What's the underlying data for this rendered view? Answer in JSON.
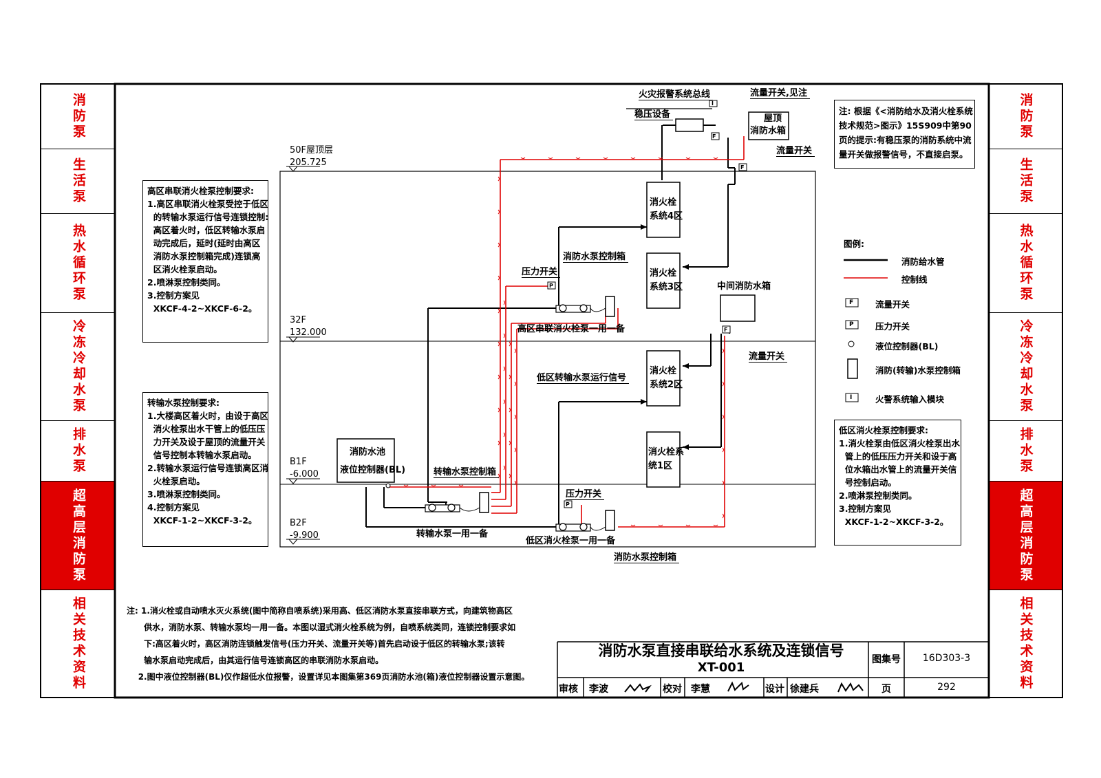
{
  "side_tabs_left": [
    {
      "label": "消防泵",
      "active": false
    },
    {
      "label": "生活泵",
      "active": false
    },
    {
      "label": "热水循环泵",
      "active": false
    },
    {
      "label": "冷冻冷却水泵",
      "active": false
    },
    {
      "label": "排水泵",
      "active": false
    },
    {
      "label": "超高层消防泵",
      "active": true
    },
    {
      "label": "相关技术资料",
      "active": false
    }
  ],
  "side_tabs_right": [
    {
      "label": "消防泵",
      "active": false
    },
    {
      "label": "生活泵",
      "active": false
    },
    {
      "label": "热水循环泵",
      "active": false
    },
    {
      "label": "冷冻冷却水泵",
      "active": false
    },
    {
      "label": "排水泵",
      "active": false
    },
    {
      "label": "超高层消防泵",
      "active": true
    },
    {
      "label": "相关技术资料",
      "active": false
    }
  ],
  "colors": {
    "control_line": "#e00000",
    "pipe": "#000000",
    "active_tab": "#e00000"
  },
  "floors": [
    {
      "name": "50F屋顶层",
      "elev": "205.725"
    },
    {
      "name": "32F",
      "elev": "132.000"
    },
    {
      "name": "B1F",
      "elev": "-6.000"
    },
    {
      "name": "B2F",
      "elev": "-9.900"
    }
  ],
  "diagram": {
    "fire_alarm_bus": "火灾报警系统总线",
    "stabilizer": "稳压设备",
    "flow_switch_see": "流量开关,见注",
    "roof_tank_1": "屋顶",
    "roof_tank_2": "消防水箱",
    "flow_switch_1": "流量开关",
    "zone4_1": "消火栓",
    "zone4_2": "系统4区",
    "zone3_1": "消火栓",
    "zone3_2": "系统3区",
    "zone2_1": "消火栓",
    "zone2_2": "系统2区",
    "zone1_1": "消火栓系",
    "zone1_2": "统1区",
    "fire_pump_control_box_top": "消防水泵控制箱",
    "pressure_switch_top": "压力开关",
    "high_zone_pump": "高区串联消火栓泵一用一备",
    "mid_tank": "中间消防水箱",
    "flow_switch_2": "流量开关",
    "low_transfer_signal": "低区转输水泵运行信号",
    "pool_1": "消防水池",
    "pool_2": "液位控制器(BL)",
    "transfer_control_box": "转输水泵控制箱",
    "transfer_pump": "转输水泵一用一备",
    "pressure_switch_bottom": "压力开关",
    "low_zone_pump": "低区消火栓泵一用一备",
    "fire_pump_control_box_bottom": "消防水泵控制箱",
    "flow_switch_icon": "F",
    "pressure_switch_icon": "P",
    "alarm_module_icon": "I"
  },
  "high_zone_panel": {
    "lines": [
      "高区串联消火栓泵控制要求:",
      "1.高区串联消火栓泵受控于低区",
      "  的转输水泵运行信号连锁控制:",
      "  高区着火时，低区转输水泵启",
      "  动完成后，延时(延时由高区",
      "  消防水泵控制箱完成)连锁高",
      "  区消火栓泵启动。",
      "2.喷淋泵控制类同。",
      "3.控制方案见",
      "  XKCF-4-2~XKCF-6-2。"
    ]
  },
  "transfer_panel": {
    "lines": [
      "转输水泵控制要求:",
      "1.大楼高区着火时，由设于高区",
      "  消火栓泵出水干管上的低压压",
      "  力开关及设于屋顶的流量开关",
      "  信号控制本转输水泵启动。",
      "2.转输水泵运行信号连锁高区消",
      "  火栓泵启动。",
      "3.喷淋泵控制类同。",
      "4.控制方案见",
      "  XKCF-1-2~XKCF-3-2。"
    ]
  },
  "low_zone_panel": {
    "lines": [
      "低区消火栓泵控制要求:",
      "1.消火栓泵由低区消火栓泵出水",
      "  管上的低压压力开关和设于高",
      "  位水箱出水管上的流量开关信",
      "  号控制启动。",
      "2.喷淋泵控制类同。",
      "3.控制方案见",
      "  XKCF-1-2~XKCF-3-2。"
    ]
  },
  "tip_panel": {
    "lines": [
      "注: 根据《<消防给水及消火栓系统",
      "技术规范>图示》15S909中第90",
      "页的提示:有稳压泵的消防系统中流",
      "量开关做报警信号，不直接启泵。"
    ]
  },
  "legend": {
    "title": "图例:",
    "items": [
      {
        "icon": "pipe-line",
        "label": "消防给水管"
      },
      {
        "icon": "control-line",
        "label": "控制线"
      },
      {
        "icon": "F",
        "label": "流量开关"
      },
      {
        "icon": "P",
        "label": "压力开关"
      },
      {
        "icon": "circle",
        "label": "液位控制器(BL)"
      },
      {
        "icon": "rect",
        "label": "消防(转输)水泵控制箱"
      },
      {
        "icon": "I",
        "label": "火警系统输入模块"
      }
    ]
  },
  "notes": {
    "lines": [
      "注: 1.消火栓或自动喷水灭火系统(图中简称自喷系统)采用高、低区消防水泵直接串联方式，向建筑物高区",
      "      供水，消防水泵、转输水泵均一用一备。本图以湿式消火栓系统为例，自喷系统类同，连锁控制要求如",
      "      下:高区着火时，高区消防连锁触发信号(压力开关、流量开关等)首先启动设于低区的转输水泵;该转",
      "      输水泵启动完成后，由其运行信号连锁高区的串联消防水泵启动。",
      "    2.图中液位控制器(BL)仅作超低水位报警，设置详见本图集第369页消防水池(箱)液位控制器设置示意图。"
    ]
  },
  "title_block": {
    "title": "消防水泵直接串联给水系统及连锁信号",
    "code": "XT-001",
    "atlas_label": "图集号",
    "atlas_no": "16D303-3",
    "review_label": "审核",
    "review_name": "李波",
    "check_label": "校对",
    "check_name": "李慧",
    "design_label": "设计",
    "design_name": "徐建兵",
    "page_label": "页",
    "page_no": "292"
  }
}
